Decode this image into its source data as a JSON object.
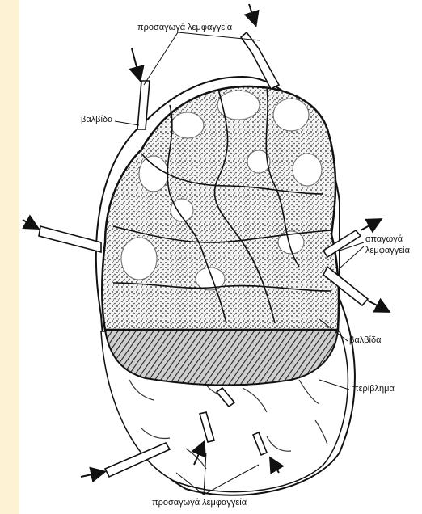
{
  "labels": {
    "afferent_top": "προσαγωγά λεμφαγγεία",
    "valve_top": "βαλβίδα",
    "efferent_line1": "απαγωγά",
    "efferent_line2": "λεμφαγγεία",
    "valve_right": "βαλβίδα",
    "capsule": "περίβλημα",
    "afferent_bottom": "προσαγωγά λεμφαγγεία"
  }
}
